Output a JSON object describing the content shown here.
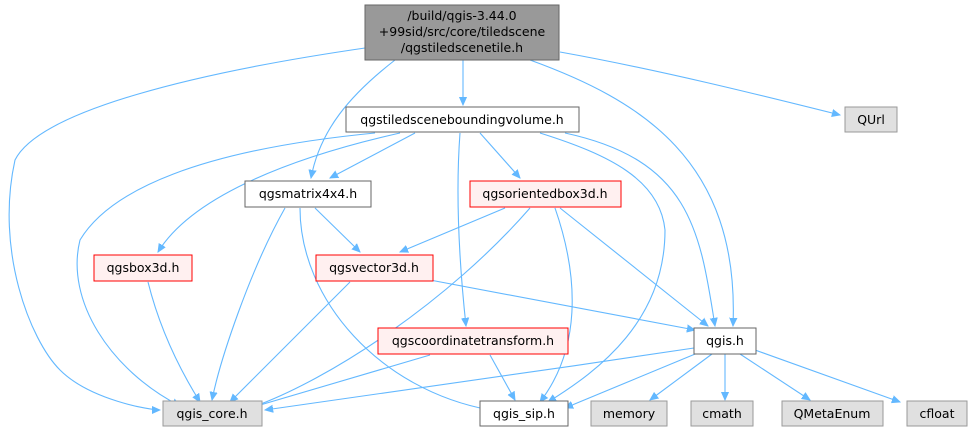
{
  "colors": {
    "edge": "#63b8ff",
    "root_fill": "#999999",
    "root_border": "#666666",
    "documented_fill": "#ffffff",
    "documented_border": "#666666",
    "incomplete_fill": "#fff0f0",
    "incomplete_border": "#ff0000",
    "external_fill": "#e0e0e0",
    "external_border": "#999999"
  },
  "nodes": {
    "root": {
      "lines": [
        "/build/qgis-3.44.0",
        "+99sid/src/core/tiledscene",
        "/qgstiledscenetile.h"
      ],
      "kind": "root"
    },
    "bounding": {
      "lines": [
        "qgstiledsceneboundingvolume.h"
      ],
      "kind": "documented"
    },
    "qurl": {
      "lines": [
        "QUrl"
      ],
      "kind": "external"
    },
    "matrix": {
      "lines": [
        "qgsmatrix4x4.h"
      ],
      "kind": "documented"
    },
    "obox": {
      "lines": [
        "qgsorientedbox3d.h"
      ],
      "kind": "incomplete"
    },
    "box3d": {
      "lines": [
        "qgsbox3d.h"
      ],
      "kind": "incomplete"
    },
    "vector3d": {
      "lines": [
        "qgsvector3d.h"
      ],
      "kind": "incomplete"
    },
    "cst": {
      "lines": [
        "qgscoordinatetransform.h"
      ],
      "kind": "incomplete"
    },
    "qgis": {
      "lines": [
        "qgis.h"
      ],
      "kind": "documented"
    },
    "core": {
      "lines": [
        "qgis_core.h"
      ],
      "kind": "external"
    },
    "sip": {
      "lines": [
        "qgis_sip.h"
      ],
      "kind": "documented"
    },
    "memory": {
      "lines": [
        "memory"
      ],
      "kind": "external"
    },
    "cmath": {
      "lines": [
        "cmath"
      ],
      "kind": "external"
    },
    "qmeta": {
      "lines": [
        "QMetaEnum"
      ],
      "kind": "external"
    },
    "cfloat": {
      "lines": [
        "cfloat"
      ],
      "kind": "external"
    }
  }
}
